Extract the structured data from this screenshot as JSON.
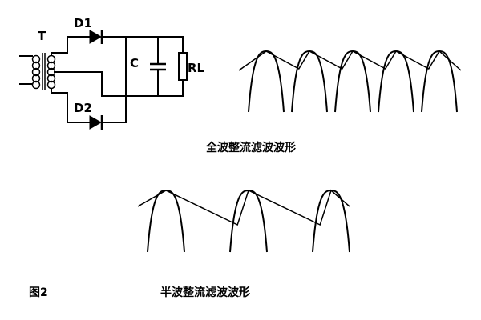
{
  "circuit": {
    "transformer_label": "T",
    "diode1_label": "D1",
    "diode2_label": "D2",
    "capacitor_label": "C",
    "load_label": "RL"
  },
  "captions": {
    "full_wave": "全波整流滤波波形",
    "figure_number": "图2",
    "half_wave": "半波整流滤波波形"
  },
  "waveforms": {
    "full_wave_humps": 5,
    "half_wave_humps": 3
  }
}
